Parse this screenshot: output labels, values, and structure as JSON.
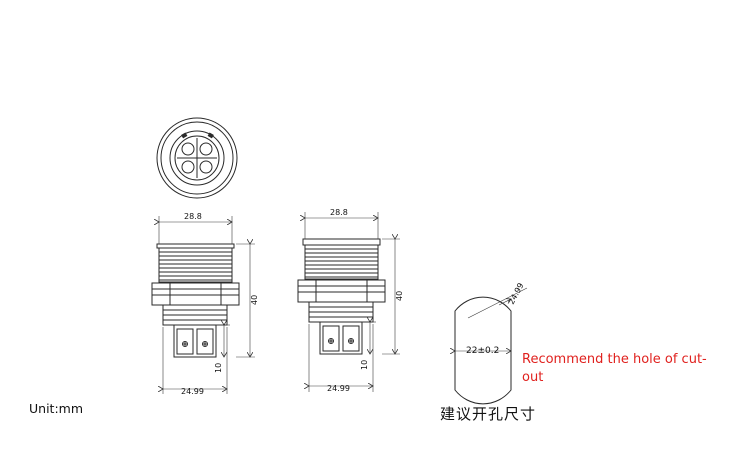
{
  "unit_label": "Unit:mm",
  "recommend_label": "Recommend the hole of cut-out",
  "cutout_title_cn": "建议开孔尺寸",
  "dimensions": {
    "left_width": "28.8",
    "left_height": "40",
    "left_pin_height": "10",
    "left_base_width": "24.99",
    "right_width": "28.8",
    "right_height": "40",
    "right_pin_height": "10",
    "right_base_width": "24.99",
    "hole_width": "22±0.2",
    "hole_diameter": "24.99"
  },
  "colors": {
    "line": "#2a2a2a",
    "dim_line": "#3a3a3a",
    "note": "#e0211e",
    "hatch": "#5bc8dc"
  }
}
